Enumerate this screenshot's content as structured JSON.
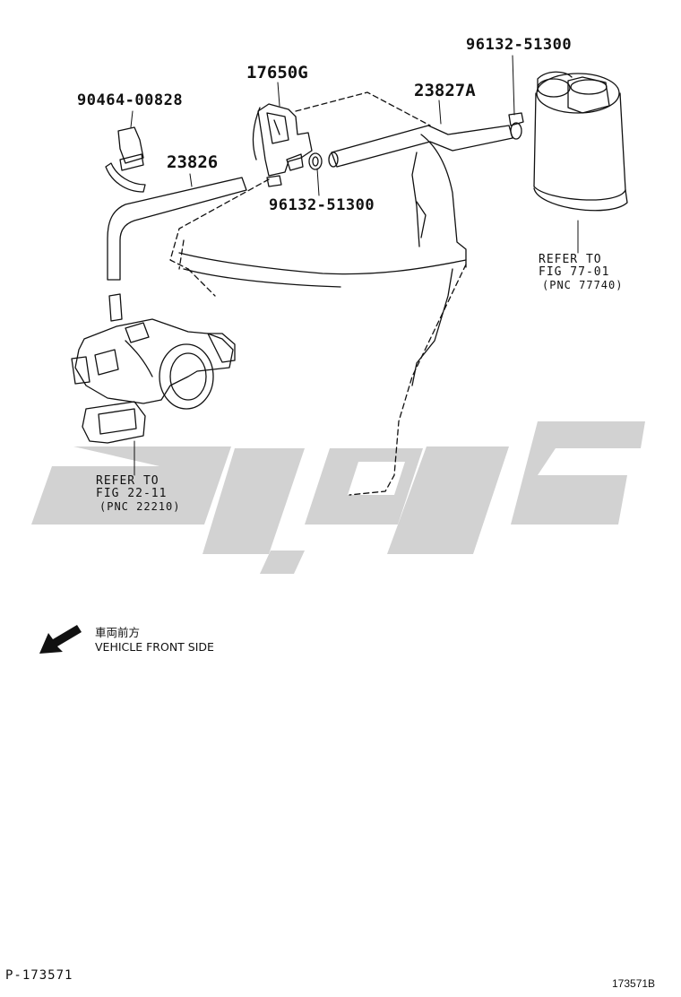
{
  "callouts": {
    "clamp_top_right": "96132-51300",
    "vsv": "17650G",
    "hose_right": "23827A",
    "clip": "90464-00828",
    "hose_left": "23826",
    "clamp_center": "96132-51300"
  },
  "refer_canister": {
    "line1": "REFER TO",
    "line2": "FIG 77-01",
    "line3": "(PNC 77740)"
  },
  "refer_throttle": {
    "line1": "REFER TO",
    "line2": "FIG 22-11",
    "line3": "(PNC 22210)"
  },
  "direction": {
    "label_jp": "車両前方",
    "label_en": "VEHICLE FRONT SIDE",
    "icon": "arrow-down-left-icon"
  },
  "footer": {
    "figure_code_left": "P-173571",
    "figure_code_right": "173571B"
  },
  "watermark": {
    "color": "#d2d2d2"
  }
}
